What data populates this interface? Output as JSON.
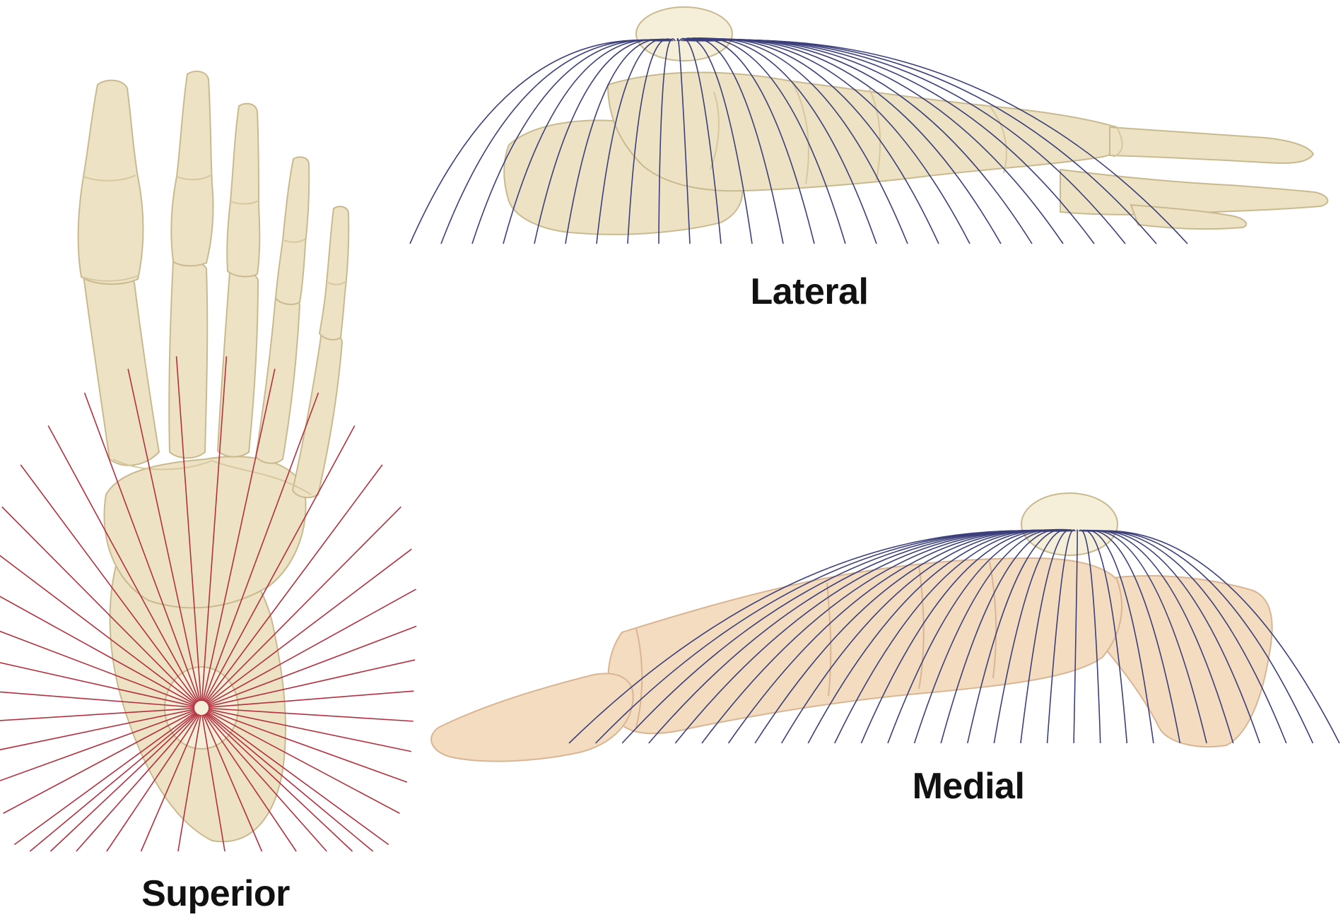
{
  "labels": {
    "superior": "Superior",
    "lateral": "Lateral",
    "medial": "Medial"
  },
  "colors": {
    "background": "#ffffff",
    "bone_fill": "#ede3c4",
    "bone_outline": "#c9b98f",
    "bone_shadow": "#d6c79e",
    "medial_bone_fill": "#f3dcc0",
    "medial_bone_outline": "#d9b593",
    "superior_ray": "#b3303f",
    "lateral_ray": "#3b3f7a",
    "medial_ray": "#3b3f7a",
    "label_text": "#111111"
  },
  "views": [
    {
      "name": "superior-view",
      "label_key": "superior",
      "ray_color": "superior_ray"
    },
    {
      "name": "lateral-view",
      "label_key": "lateral",
      "ray_color": "lateral_ray"
    },
    {
      "name": "medial-view",
      "label_key": "medial",
      "ray_color": "medial_ray"
    }
  ]
}
